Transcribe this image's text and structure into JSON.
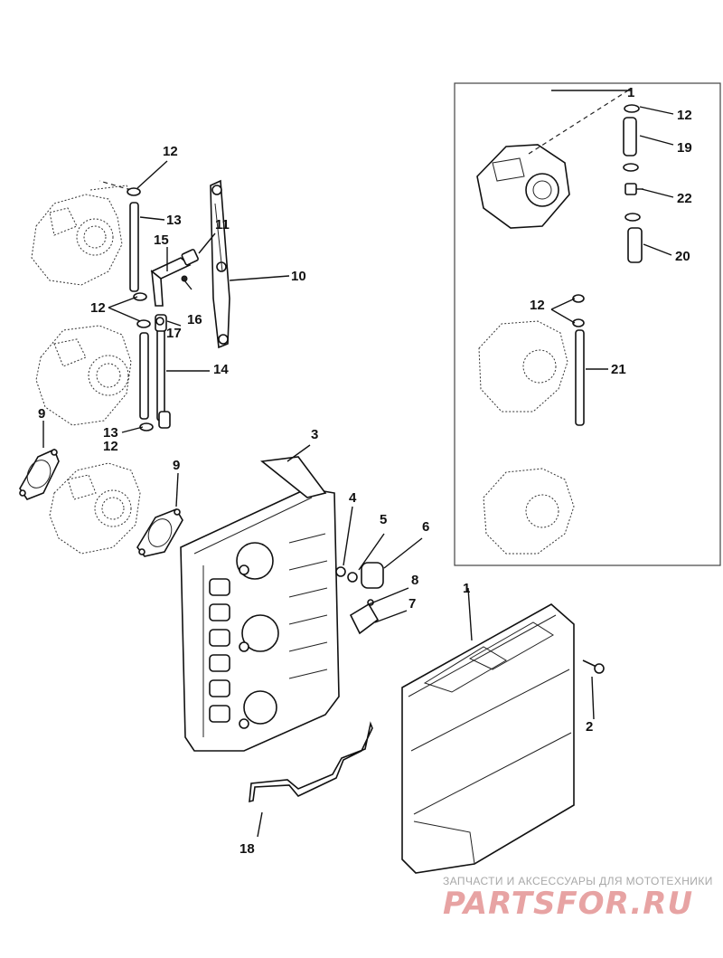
{
  "callouts": {
    "c1": "1",
    "c2": "2",
    "c3": "3",
    "c4": "4",
    "c5": "5",
    "c6": "6",
    "c7": "7",
    "c8": "8",
    "c9a": "9",
    "c9b": "9",
    "c10": "10",
    "c11": "11",
    "c12a": "12",
    "c12b": "12",
    "c12c": "12",
    "c12d": "12",
    "c13a": "13",
    "c13b": "13",
    "c14": "14",
    "c15": "15",
    "c16": "16",
    "c17": "17",
    "c18": "18",
    "c19": "19",
    "c20": "20",
    "c21": "21",
    "c22": "22",
    "c1b": "1"
  },
  "watermark": {
    "caption": "ЗАПЧАСТИ И АКСЕССУАРЫ ДЛЯ МОТОТЕХНИКИ",
    "brand": "PARTSFOR.RU"
  },
  "colors": {
    "ink": "#111111",
    "watermark_brand": "#e7a3a3",
    "watermark_caption": "#a8a8a8"
  }
}
